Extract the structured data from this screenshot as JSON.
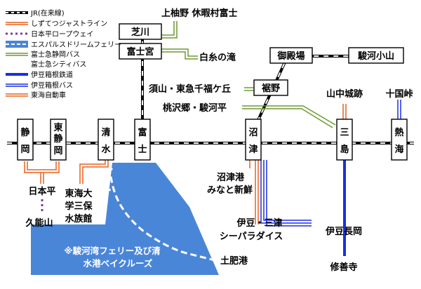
{
  "legend": [
    {
      "id": "jr",
      "label": "JR(在来線)"
    },
    {
      "id": "shizutetsu",
      "label": "しずてつジャストライン"
    },
    {
      "id": "ropeway",
      "label": "日本平ロープウェイ"
    },
    {
      "id": "ferry",
      "label": "エスパルスドリームフェリー"
    },
    {
      "id": "fuji_bus",
      "label": "富士急静岡バス"
    },
    {
      "id": "fuji_city_bus",
      "label": "富士急シティバス"
    },
    {
      "id": "izuhakone_rail",
      "label": "伊豆箱根鉄道"
    },
    {
      "id": "izuhakone_bus",
      "label": "伊豆箱根バス"
    },
    {
      "id": "tokai_bus",
      "label": "東海自動車"
    }
  ],
  "colors": {
    "jr": "#000000",
    "shizutetsu": "#e8601c",
    "ropeway": "#7b3f98",
    "ferry": "#4a86d8",
    "fuji_bus": "#6e9a32",
    "izuhakone": "#1a2fe0",
    "tokai_bus": "#e8601c",
    "sea": "#4a86d8"
  },
  "stations": {
    "shizuoka": "静岡",
    "higashi_shizuoka": "東静岡",
    "shimizu": "清水",
    "fuji": "富士",
    "numazu": "沼津",
    "mishima": "三島",
    "atami": "熱海",
    "shibakawa": "芝川",
    "fujinomiya": "富士宮",
    "gotemba": "御殿場",
    "suruga_oyama": "駿河小山",
    "susono": "裾野",
    "izu_nagaoka": "伊豆長岡",
    "shuzenji": "修善寺"
  },
  "places": {
    "kamiyuno": "上柚野 休暇村富士",
    "shiraito": "白糸の滝",
    "suyama": "須山・東急千福ケ丘",
    "momozawa": "桃沢郷・駿河平",
    "yamanaka": "山中城跡",
    "jukkoku": "十国峠",
    "nihondaira": "日本平",
    "kunozan": "久能山",
    "tokai_univ": "東海大学三保水族館",
    "numazu_port": "沼津港みなと新鮮館",
    "izu_mito": "伊豆・三津シーパラダイス",
    "toi_port": "土肥港"
  },
  "sea_note": "※駿河湾フェリー及び清水港ベイクルーズ"
}
